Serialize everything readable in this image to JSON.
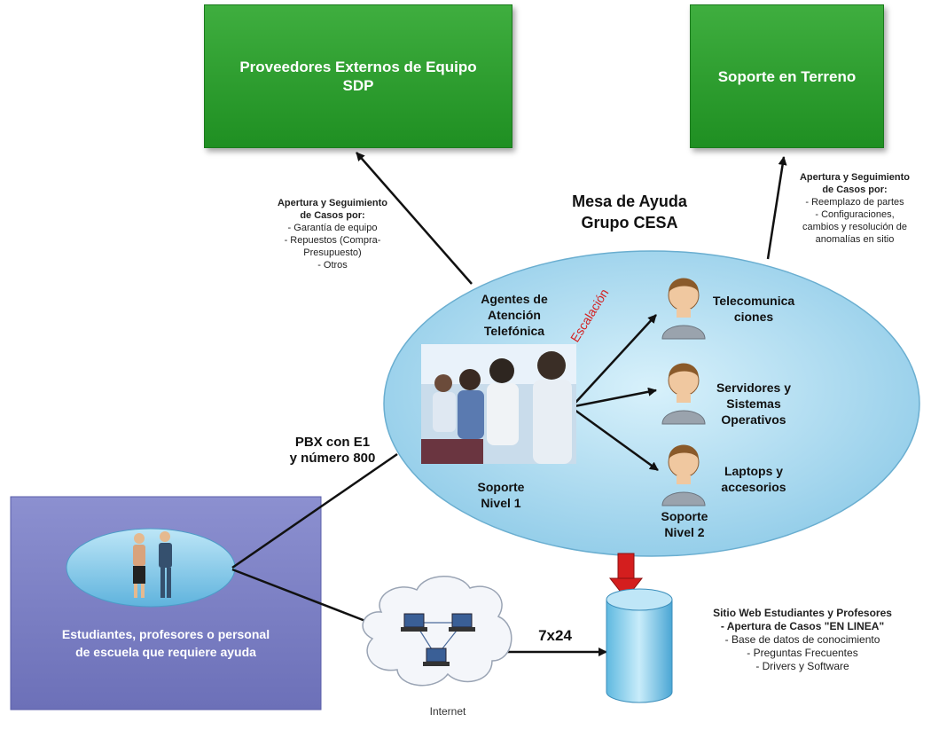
{
  "boxes": {
    "vendors": {
      "line1": "Proveedores Externos de Equipo",
      "line2": "SDP"
    },
    "field_support": "Soporte en Terreno"
  },
  "help_desk": {
    "line1": "Mesa de Ayuda",
    "line2": "Grupo CESA"
  },
  "vendor_note": {
    "heading1": "Apertura y Seguimiento",
    "heading2": "de Casos por:",
    "item1": "- Garantía de equipo",
    "item2a": "- Repuestos (Compra-",
    "item2b": "Presupuesto)",
    "item3": "- Otros"
  },
  "field_note": {
    "heading1": "Apertura y Seguimiento",
    "heading2": "de Casos por:",
    "item1": "- Reemplazo de partes",
    "item2a": "- Configuraciones,",
    "item2b": "cambios y resolución de",
    "item2c": "anomalías en sitio"
  },
  "level1": {
    "agents1": "Agentes de",
    "agents2": "Atención",
    "agents3": "Telefónica",
    "support1": "Soporte",
    "support2": "Nivel 1",
    "escalation": "Escalación"
  },
  "level2": {
    "telecom1": "Telecomunica",
    "telecom2": "ciones",
    "servers1": "Servidores y",
    "servers2": "Sistemas",
    "servers3": "Operativos",
    "laptops1": "Laptops y",
    "laptops2": "accesorios",
    "support1": "Soporte",
    "support2": "Nivel 2"
  },
  "pbx": {
    "line1": "PBX con E1",
    "line2": "y número 800"
  },
  "students": {
    "line1": "Estudiantes, profesores o personal",
    "line2": "de escuela que requiere ayuda"
  },
  "availability": "7x24",
  "internet": "Internet",
  "website": {
    "line1": "Sitio Web Estudiantes y Profesores",
    "line2": "- Apertura de Casos \"EN LINEA\"",
    "item1": "- Base de datos de conocimiento",
    "item2": "- Preguntas Frecuentes",
    "item3": "- Drivers y Software"
  },
  "colors": {
    "green": "#2a9b2c",
    "ellipse": "#a8d8f0",
    "student_panel": "#7b7fc4",
    "escalation": "#d42020",
    "arrow_red": "#d41e1e"
  }
}
